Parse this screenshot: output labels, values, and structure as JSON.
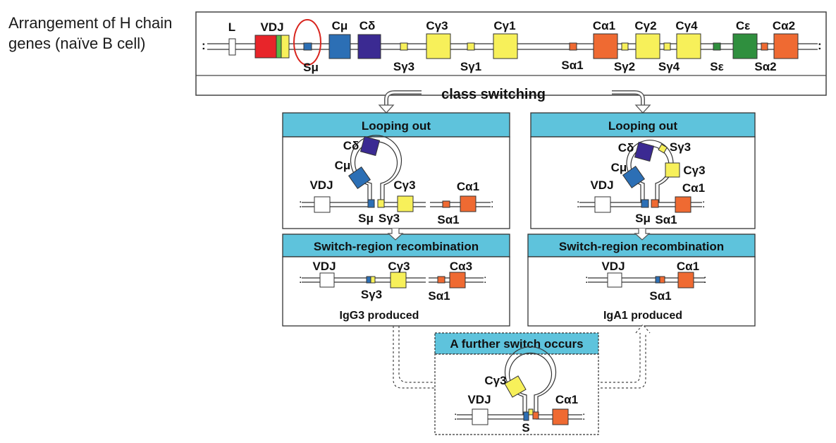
{
  "side_title": "Arrangement of H chain genes (naïve B cell)",
  "colors": {
    "header_blue": "#5ec3dc",
    "vdj_red": "#e8252a",
    "green": "#59b947",
    "yellow": "#f7f05a",
    "blue": "#2c6fb5",
    "purple": "#3b2a92",
    "orange": "#ef6a32",
    "dark_green": "#2f8f3e",
    "highlight_circle": "#d8251e"
  },
  "germline": {
    "top_labels": {
      "L": "L",
      "VDJ": "VDJ",
      "Cmu": "Cμ",
      "Cdelta": "Cδ",
      "Cg3": "Cγ3",
      "Cg1": "Cγ1",
      "Ca1": "Cα1",
      "Cg2": "Cγ2",
      "Cg4": "Cγ4",
      "Ce": "Cε",
      "Ca2": "Cα2"
    },
    "bottom_labels": {
      "Smu": "Sμ",
      "Sg3": "Sγ3",
      "Sg1": "Sγ1",
      "Sa1": "Sα1",
      "Sg2": "Sγ2",
      "Sg4": "Sγ4",
      "Se": "Sε",
      "Sa2": "Sα2"
    }
  },
  "class_switching": "class switching",
  "left_panel": {
    "header1": "Looping out",
    "header2": "Switch-region recombination",
    "loop": {
      "Cdelta": "Cδ",
      "Cmu": "Cμ",
      "VDJ": "VDJ",
      "Cg3": "Cγ3",
      "Smu": "Sμ",
      "Sg3": "Sγ3",
      "Ca1": "Cα1",
      "Sa1": "Sα1"
    },
    "recomb": {
      "VDJ": "VDJ",
      "Cg3": "Cγ3",
      "Sg3": "Sγ3",
      "Ca3": "Cα3",
      "Sa1": "Sα1"
    },
    "produced": "IgG3 produced"
  },
  "right_panel": {
    "header1": "Looping out",
    "header2": "Switch-region recombination",
    "loop": {
      "Cdelta": "Cδ",
      "Sg3": "Sγ3",
      "Cmu": "Cμ",
      "Cg3": "Cγ3",
      "VDJ": "VDJ",
      "Ca1": "Cα1",
      "Smu": "Sμ",
      "Sa1": "Sα1"
    },
    "recomb": {
      "VDJ": "VDJ",
      "Ca1": "Cα1",
      "Sa1": "Sα1"
    },
    "produced": "IgA1 produced"
  },
  "further": {
    "header": "A further switch occurs",
    "labels": {
      "Cg3": "Cγ3",
      "VDJ": "VDJ",
      "Ca1": "Cα1",
      "S": "S"
    }
  }
}
